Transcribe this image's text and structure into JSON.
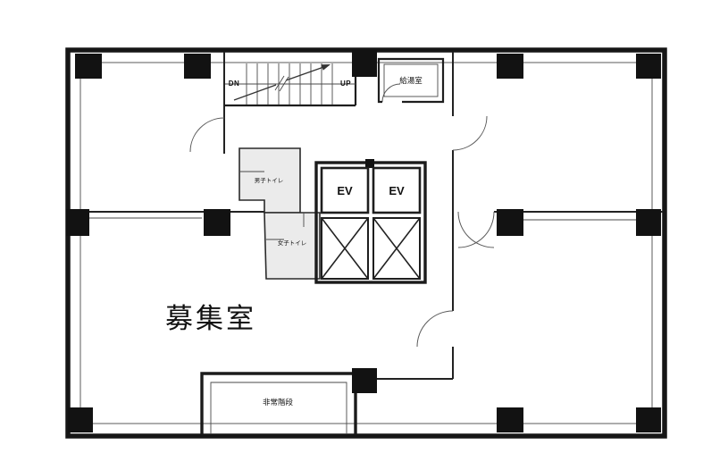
{
  "document": {
    "type": "floor-plan-scan",
    "background": "#ffffff"
  },
  "floor_plan": {
    "labels": {
      "vacant_room": "募集室",
      "kitchenette": "給湯室",
      "mens_toilet": "男子トイレ",
      "womens_toilet": "女子トイレ",
      "emergency_stairs": "非常階段",
      "elevator_left": "EV",
      "elevator_right": "EV",
      "stairs_down": "DN",
      "stairs_up": "UP"
    },
    "colors": {
      "wall": "#1a1a1a",
      "toilet_fill": "#ebebeb",
      "paper": "#ffffff"
    }
  }
}
